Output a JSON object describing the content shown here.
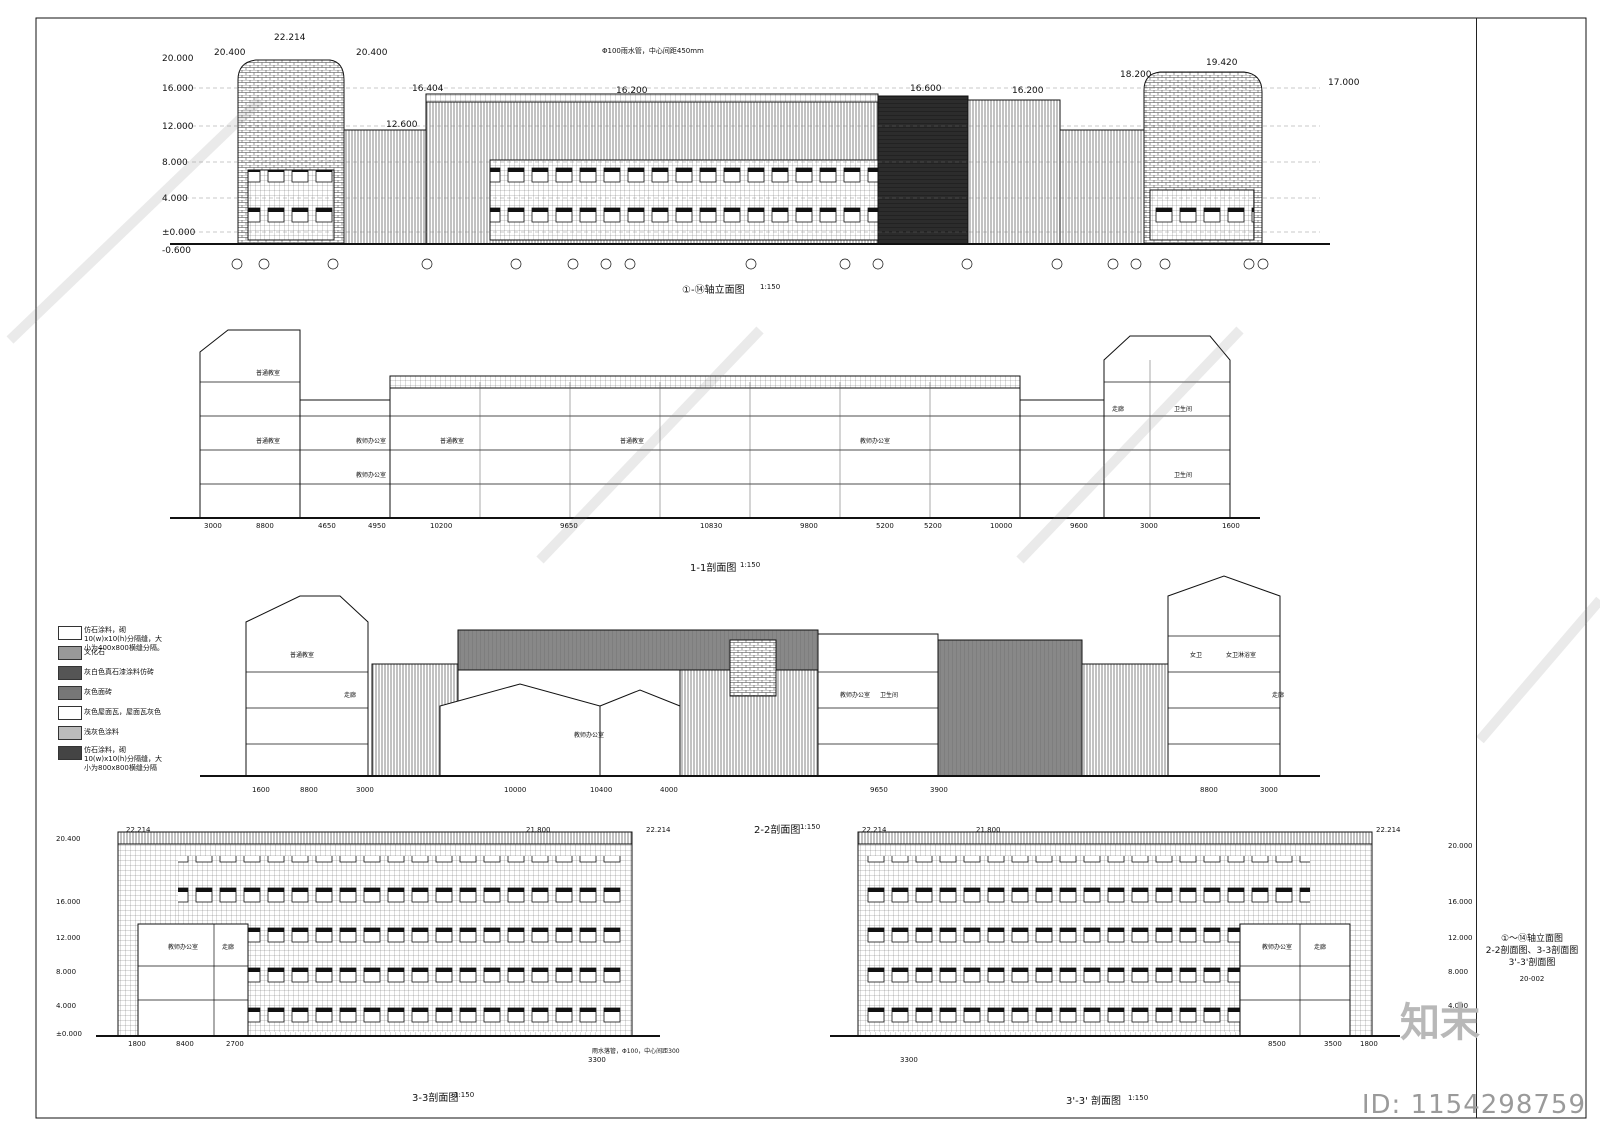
{
  "titles": {
    "elevation": "①-⑭轴立面图",
    "section_1": "1-1剖面图",
    "section_2": "2-2剖面图",
    "section_3": "3-3剖面图",
    "section_3p": "3'-3' 剖面图",
    "scale": "1:150"
  },
  "levels": [
    "20.000",
    "16.000",
    "12.000",
    "8.000",
    "4.000",
    "±0.000",
    "-0.600"
  ],
  "top_levels": {
    "a": "22.214",
    "b": "20.400",
    "c": "16.404",
    "d": "16.200",
    "e": "16.600",
    "f": "19.420",
    "g": "18.200",
    "h": "17.000",
    "i": "12.600",
    "j": "21.800"
  },
  "bottom_dims_1": [
    "3000",
    "8800",
    "4650",
    "4950",
    "10200",
    "9650",
    "10830",
    "9800",
    "5200",
    "5200",
    "10000",
    "9600",
    "3000",
    "1600"
  ],
  "bottom_dims_2": [
    "1600",
    "8800",
    "3000",
    "10000",
    "10400",
    "4000",
    "9650",
    "3900",
    "8800",
    "3000"
  ],
  "bottom_dims_3": [
    "1800",
    "8400",
    "2700",
    "3300"
  ],
  "bottom_dims_3p": [
    "3300",
    "8500",
    "3500",
    "1800"
  ],
  "rooms": {
    "classroom": "普通教室",
    "office": "教师办公室",
    "corridor": "走廊",
    "toilet": "卫生间",
    "women": "女卫",
    "women_wash": "女卫淋浴室"
  },
  "legend": [
    "仿石涂料，砌10(w)x10(h)分隔缝，大小为400x800横缝分隔。",
    "文化石",
    "灰白色真石漆涂料仿砖",
    "灰色面砖",
    "灰色屋面瓦，屋面瓦灰色",
    "浅灰色涂料",
    "仿石涂料，砌10(w)x10(h)分隔缝，大小为800x800横缝分隔"
  ],
  "notes": {
    "top_note": "Φ100雨水管，中心间距450mm",
    "bottom_note": "雨水落管，Φ100，中心间距300"
  },
  "titleblock": {
    "line1": "①～⑭轴立面图",
    "line2": "2-2剖面图、3-3剖面图",
    "line3": "3'-3'剖面图",
    "code": "20-002"
  },
  "watermark": {
    "logo": "知末",
    "id": "ID: 1154298759"
  }
}
